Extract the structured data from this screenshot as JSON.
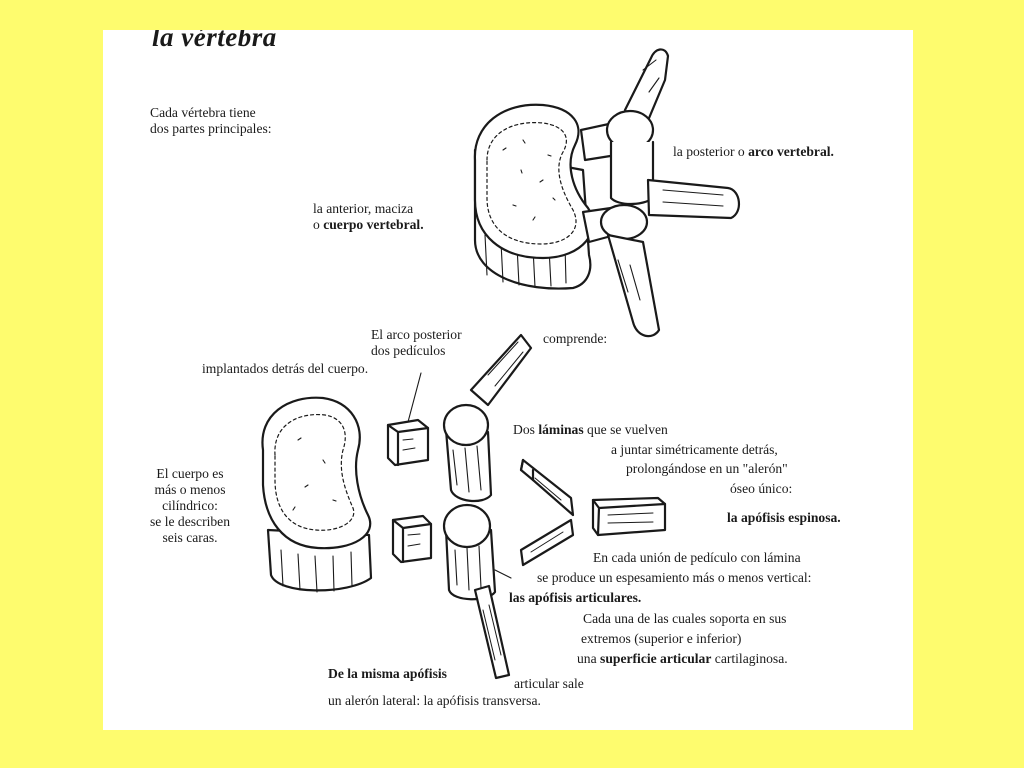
{
  "diagram": {
    "title": "la vértebra",
    "intro": [
      "Cada vértebra tiene",
      "dos partes principales:"
    ],
    "posterior": {
      "text": "la posterior o ",
      "bold": "arco vertebral."
    },
    "anterior": {
      "line1": "la anterior, maciza",
      "line2_pre": "o ",
      "line2_bold": "cuerpo vertebral."
    },
    "arco_label": {
      "line1": "El arco posterior",
      "line2": "dos pedículos",
      "line3": "implantados detrás del cuerpo."
    },
    "comprende": "comprende:",
    "cuerpo_label": [
      "El cuerpo es",
      "más o menos",
      "cilíndrico:",
      "se le describen",
      "seis caras."
    ],
    "laminas": {
      "line1_pre": "Dos ",
      "line1_bold": "láminas",
      "line1_post": " que se vuelven",
      "line2": "a juntar simétricamente detrás,",
      "line3": "prolongándose en un \"alerón\"",
      "line4": "óseo único:",
      "line5": "la apófisis espinosa."
    },
    "articular": {
      "line1": "En cada unión de pedículo con lámina",
      "line2": "se produce un espesamiento más o menos vertical:",
      "line3": "las apófisis articulares."
    },
    "superficie": {
      "line1": "Cada una de las cuales soporta en sus",
      "line2": "extremos (superior e inferior)",
      "line3_pre": "una ",
      "line3_bold": "superficie articular",
      "line3_post": " cartilaginosa."
    },
    "transversa": {
      "line1_pre": "De la misma apófisis",
      "line1_post": "articular sale",
      "line2": "un alerón lateral: la apófisis transversa."
    }
  }
}
